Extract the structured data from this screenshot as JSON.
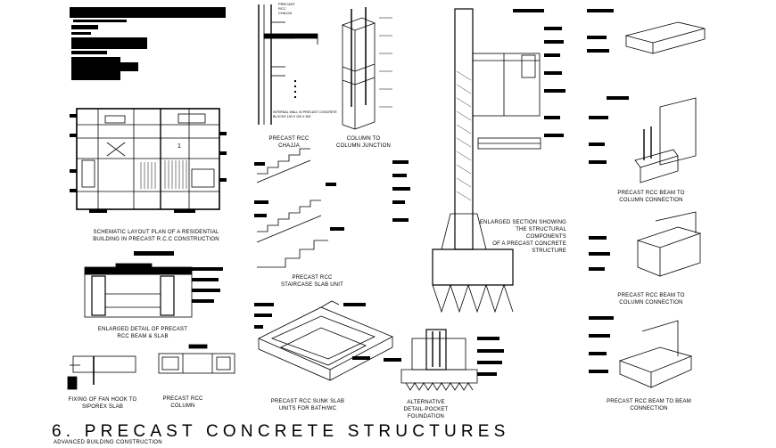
{
  "sheet": {
    "title": "6. PRECAST  CONCRETE STRUCTURES",
    "subtitle": "ADVANCED BUILDING CONSTRUCTION"
  },
  "captions": {
    "layout_plan": "SCHEMATIC LAYOUT PLAN OF A RESIDENTIAL\nBUILDING IN PRECAST R.C.C CONSTRUCTION",
    "chajja": "PRECAST RCC\nCHAJJA",
    "column_junction": "COLUMN TO\nCOLUMN JUNCTION",
    "beam_slab": "ENLARGED DETAIL OF PRECAST\nRCC BEAM & SLAB",
    "staircase": "PRECAST RCC\nSTAIRCASE SLAB UNIT",
    "enlarged_section": "ENLARGED SECTION SHOWING\nTHE STRUCTURAL COMPONENTS\nOF A PRECAST CONCRETE\nSTRUCTURE",
    "fan_hook": "FIXING OF FAN HOOK TO\nSIPOREX SLAB",
    "column": "PRECAST RCC\nCOLUMN",
    "sunk_slab": "PRECAST RCC SUNK SLAB\nUNITS FOR BATH/WC",
    "pocket_foundation": "ALTERNATIVE\nDETAIL-POCKET\nFOUNDATION",
    "beam_column_1": "PRECAST RCC BEAM TO\nCOLUMN CONNECTION",
    "beam_column_2": "PRECAST RCC BEAM TO\nCOLUMN CONNECTION",
    "beam_beam": "PRECAST RCC BEAM TO BEAM\nCONNECTION"
  },
  "labels": {
    "precast_rcc": "PRECAST\nRCC\nCHAJJA",
    "column_blocks": "INTERNAL WALL IN PRECAST CONCRETE\nBLOCKS 100 X 100 X 300",
    "plan_room": "1"
  }
}
